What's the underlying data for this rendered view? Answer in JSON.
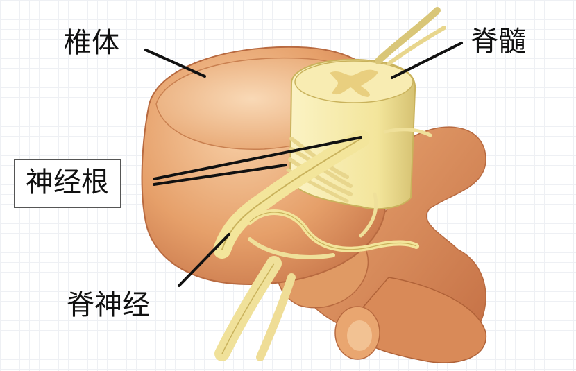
{
  "labels": {
    "vertebral_body": "椎体",
    "spinal_cord": "脊髓",
    "nerve_root": "神经根",
    "spinal_nerve": "脊神经"
  },
  "colors": {
    "bone": "#e6a06a",
    "bone_dark": "#c8764a",
    "bone_light": "#f6c79d",
    "disc_top": "#f2c296",
    "nerve": "#f3e59b",
    "nerve_dark": "#c9b25c",
    "leader_line": "#111111"
  }
}
